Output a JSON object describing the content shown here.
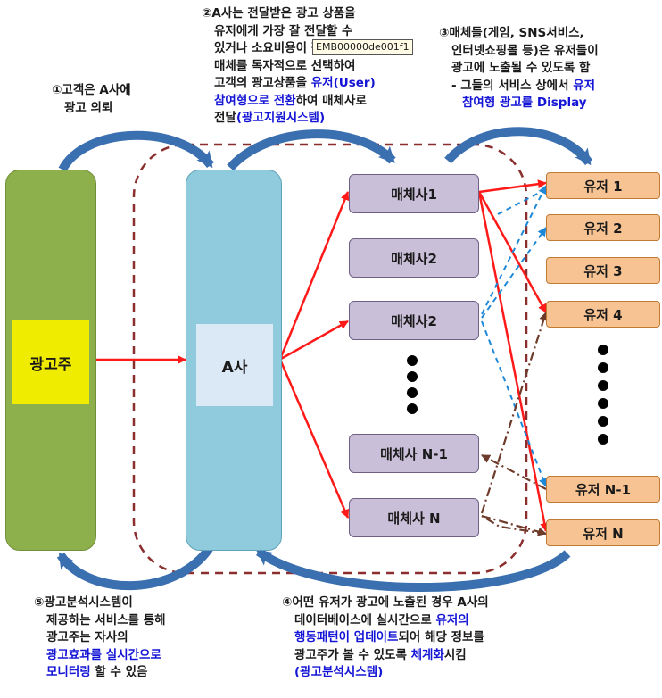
{
  "notes": {
    "n1": [
      "①고객은 A사에",
      "광고 의뢰"
    ],
    "n2": [
      "②A사는 전달받은 광고 상품을",
      "유저에게 가장 잘 전달할 수",
      "있거나 소요비용이 적정한",
      "매체를 독자적으로 선택하여",
      "고객의 광고상품을 ",
      "유저(User)",
      "참여형으로 전환",
      "하여 매체사로",
      "전달",
      "(광고지원시스템)"
    ],
    "n3": [
      "③매체들(게임, SNS서비스,",
      "인터넷쇼핑몰 등)은 유저들이",
      "광고에 노출될 수 있도록 함",
      "- 그들의 서비스 상에서 ",
      "유저",
      "참여형 광고를 Display"
    ],
    "n4": [
      "④어떤 유저가 광고에 노출된 경우 A사의",
      "데이터베이스에 실시간으로 ",
      "유저의",
      "행동패턴이 업데이트",
      "되어 해당 정보를",
      "광고주가 볼 수 있도록 ",
      "체계화",
      "시킴",
      "(광고분석시스템)"
    ],
    "n5": [
      "⑤광고분석시스템이",
      "제공하는 서비스를 통해",
      "광고주는 자사의",
      "광고효과를 실시간으로",
      "모니터링",
      " 할 수 있음"
    ]
  },
  "tooltip": "EMB00000de001f1",
  "advertiser": "광고주",
  "company": "A사",
  "media": [
    "매체사1",
    "매체사2",
    "매체사2",
    "매체사 N-1",
    "매체사 N"
  ],
  "users": [
    "유저 1",
    "유저 2",
    "유저 3",
    "유저 4",
    "유저 N-1",
    "유저 N"
  ],
  "colors": {
    "advertiser_col": "#8db04d",
    "advertiser_box": "#f0ec00",
    "company_col": "#8fcbdc",
    "company_box": "#dbe8f6",
    "arrow_red": "#ff1a1a",
    "arrow_curve": "#3a6fb0",
    "dash_boundary": "#8b2e2e",
    "blue_text": "#1515d6"
  }
}
